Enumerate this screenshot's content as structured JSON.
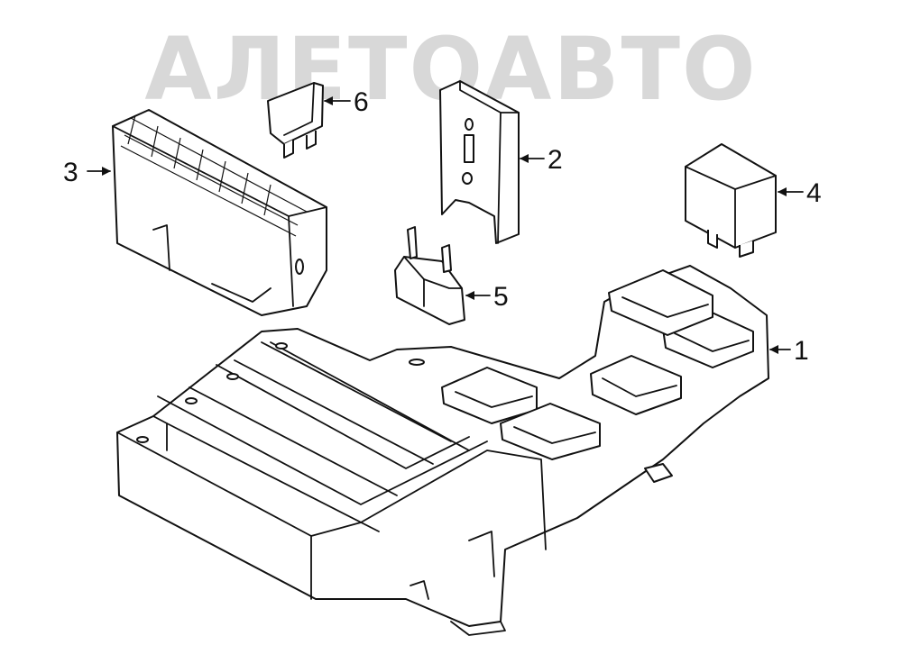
{
  "watermark": {
    "text": "АЛЕТОАВТО",
    "color": "#d8d8d8"
  },
  "callouts": [
    {
      "number": "1",
      "part": "fuse-relay-box-base"
    },
    {
      "number": "2",
      "part": "bracket"
    },
    {
      "number": "3",
      "part": "fuse-block"
    },
    {
      "number": "4",
      "part": "relay"
    },
    {
      "number": "5",
      "part": "maxi-fuse"
    },
    {
      "number": "6",
      "part": "blade-fuse"
    }
  ]
}
